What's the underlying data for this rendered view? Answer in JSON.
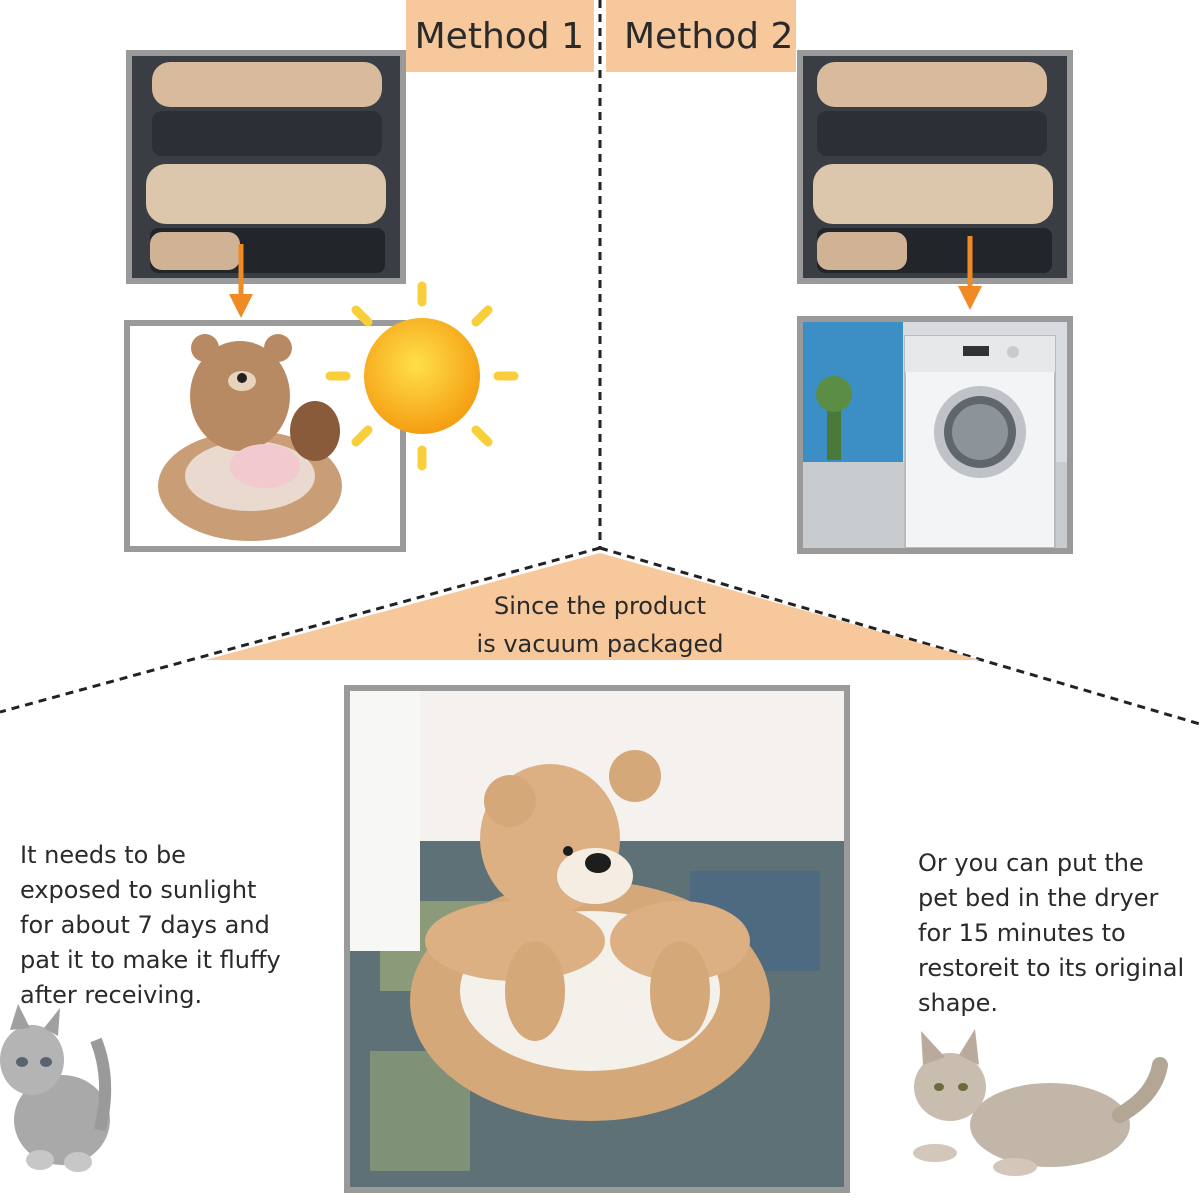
{
  "header": {
    "method1_label": "Method 1",
    "method2_label": "Method 2"
  },
  "banner": {
    "line1": "Since the product",
    "line2": "is vacuum packaged"
  },
  "method1": {
    "instructions": "It needs to be\nexposed to sunlight\nfor about 7 days and\npat it to make it fluffy\nafter receiving."
  },
  "method2": {
    "instructions": "Or you can put the\npet bed in the dryer\nfor 15 minutes to\nrestoreit to its original\nshape."
  },
  "colors": {
    "accent": "#f6c89c",
    "arrow": "#f08a24",
    "frame": "#9a9a9a",
    "sun": "#f7a61b"
  },
  "icons": {
    "arrow": "arrow-down-icon",
    "sun": "sun-icon",
    "dryer": "washing-machine-icon"
  }
}
